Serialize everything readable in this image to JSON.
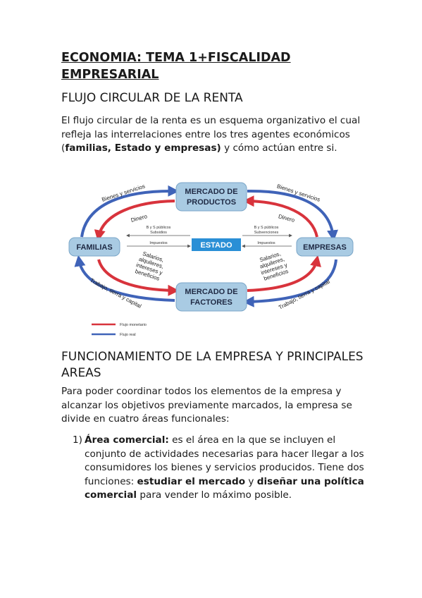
{
  "doc": {
    "title": "ECONOMIA: TEMA 1+FISCALIDAD EMPRESARIAL",
    "section1": {
      "heading": "FLUJO CIRCULAR DE LA RENTA",
      "para_a": "El flujo circular de la renta es un esquema organizativo el cual refleja las interrelaciones entre los tres agentes económicos (",
      "para_bold": "familias, Estado y empresas)",
      "para_b": " y cómo actúan entre si."
    },
    "diagram": {
      "mercado_productos_1": "MERCADO DE",
      "mercado_productos_2": "PRODUCTOS",
      "mercado_factores_1": "MERCADO DE",
      "mercado_factores_2": "FACTORES",
      "familias": "FAMILIAS",
      "empresas": "EMPRESAS",
      "estado": "ESTADO",
      "bienes_left": "Bienes y servicios",
      "bienes_right": "Bienes y servicios",
      "dinero_left": "Dinero",
      "dinero_right": "Dinero",
      "trabajo_left": "Trabajo, tierra y capital",
      "trabajo_right": "Trabajo, tierra y capital",
      "salarios_left": [
        "Salarios,",
        "alquileres,",
        "intereses y",
        "beneficios"
      ],
      "salarios_right": [
        "Salarios,",
        "alquileres,",
        "intereses y",
        "beneficios"
      ],
      "bys_left_1": "B y S públicos",
      "bys_left_2": "Subsidios",
      "bys_right_1": "B y S públicos",
      "bys_right_2": "Subvenciones",
      "impuestos_left": "Impuestos",
      "impuestos_right": "Impuestos",
      "legend_monetario": "Flujo monetario",
      "legend_real": "Flujo real",
      "colors": {
        "box": "#a9cbe3",
        "estado_box": "#2a8fd6",
        "red": "#d8333c",
        "blue": "#3f63b8"
      }
    },
    "section2": {
      "heading": "FUNCIONAMIENTO DE LA EMPRESA Y PRINCIPALES AREAS",
      "para": "Para poder coordinar todos los elementos de la empresa y alcanzar los objetivos previamente marcados, la empresa se divide en cuatro áreas funcionales:",
      "item1_num": "1)",
      "item1_bold": "Área comercial:",
      "item1_text_a": " es el área en la que se incluyen el conjunto de actividades necesarias para hacer llegar a los consumidores los bienes y servicios producidos. Tiene dos funciones: ",
      "item1_bold2": "estudiar el mercado",
      "item1_text_b": " y ",
      "item1_bold3": "diseñar una política comercial",
      "item1_text_c": " para vender lo máximo posible."
    }
  }
}
